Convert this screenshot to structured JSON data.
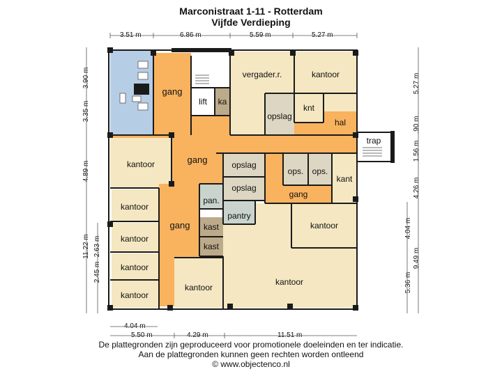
{
  "header": {
    "title": "Marconistraat 1-11 - Rotterdam",
    "subtitle": "Vijfde Verdieping"
  },
  "dimensions": {
    "top": [
      "3.51 m",
      "6.86 m",
      "5.59 m",
      "5.27 m"
    ],
    "bottom_row1": "4.04 m",
    "bottom_row2": [
      "5.50 m",
      "4.29 m",
      "11.51 m"
    ],
    "left": [
      "3.90 m",
      "3.35 m",
      "4.89 m",
      "11.22 m",
      "2.63 m",
      "2.45 m"
    ],
    "right": [
      "5.27 m",
      ".90 m",
      "1.56 m",
      "4.26 m",
      "4.04 m",
      "9.49 m",
      "5.36 m"
    ]
  },
  "rooms": {
    "gang_1": "gang",
    "gang_2": "gang",
    "gang_3": "gang",
    "gang_4": "gang",
    "lift": "lift",
    "ka": "ka",
    "vergader": "vergader.r.",
    "kantoor_tr": "kantoor",
    "opslag_top": "opslag",
    "knt": "knt",
    "hal": "hal",
    "trap": "trap",
    "kantoor_left": "kantoor",
    "opslag_mid1": "opslag",
    "opslag_mid2": "opslag",
    "ops_1": "ops.",
    "ops_2": "ops.",
    "kant": "kant",
    "pan": "pan.",
    "pantry": "pantry",
    "kast_1": "kast",
    "kast_2": "kast",
    "kantoor_l1": "kantoor",
    "kantoor_l2": "kantoor",
    "kantoor_l3": "kantoor",
    "kantoor_l4": "kantoor",
    "kantoor_bc": "kantoor",
    "kantoor_br": "kantoor",
    "kantoor_rm": "kantoor"
  },
  "footer": {
    "line1": "De plattegronden zijn geproduceerd voor promotionele doeleinden en ter indicatie.",
    "line2": "Aan de plattegronden kunnen geen rechten worden ontleend",
    "line3": "© www.objectenco.nl"
  },
  "colors": {
    "office": "#f4e7c2",
    "hallway": "#f9b25e",
    "toilet": "#b6cde6",
    "storage": "#ddd6c2",
    "small_storage": "#bcaa8a",
    "pantry": "#c9d4cc",
    "wall": "#1a1a1a"
  }
}
